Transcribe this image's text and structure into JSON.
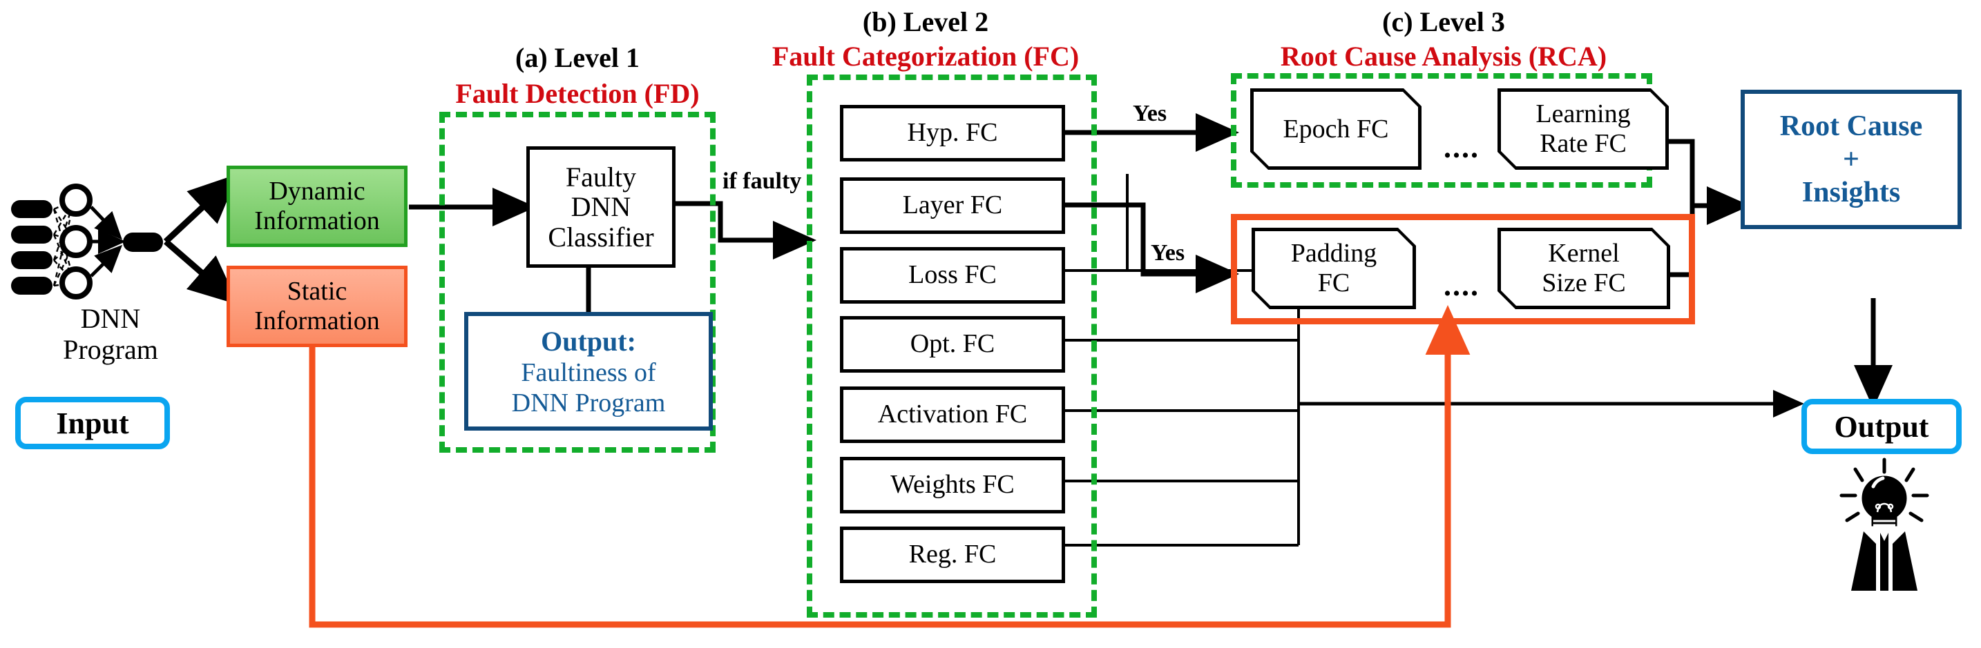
{
  "diagram": {
    "title": "Three-level DNN fault analysis pipeline",
    "colors": {
      "red_heading": "#d10a11",
      "green_dashed": "#12ad2b",
      "orange_solid": "#f4511e",
      "navy_text": "#145a96",
      "cyan_border": "#0aa5f0",
      "green_box_fill": "#6cc45c",
      "orange_box_fill": "#fb8a63"
    }
  },
  "input_stage": {
    "nn_caption": "DNN\nProgram",
    "nn_caption_line1": "DNN",
    "nn_caption_line2": "Program",
    "input_label": "Input",
    "dynamic_info": "Dynamic\nInformation",
    "dynamic_info_line1": "Dynamic",
    "dynamic_info_line2": "Information",
    "static_info": "Static\nInformation",
    "static_info_line1": "Static",
    "static_info_line2": "Information"
  },
  "level1": {
    "heading_black": "(a) Level 1",
    "heading_red": "Fault Detection (FD)",
    "classifier": "Faulty\nDNN\nClassifier",
    "classifier_line1": "Faulty",
    "classifier_line2": "DNN",
    "classifier_line3": "Classifier",
    "output_title": "Output:",
    "output_line2": "Faultiness of",
    "output_line3": "DNN Program",
    "edge_label": "if faulty"
  },
  "level2": {
    "heading_black": "(b) Level 2",
    "heading_red": "Fault Categorization (FC)",
    "items": [
      {
        "label": "Hyp. FC"
      },
      {
        "label": "Layer FC"
      },
      {
        "label": "Loss FC"
      },
      {
        "label": "Opt. FC"
      },
      {
        "label": "Activation FC"
      },
      {
        "label": "Weights FC"
      },
      {
        "label": "Reg. FC"
      }
    ]
  },
  "level3": {
    "heading_black": "(c) Level 3",
    "heading_red": "Root Cause Analysis (RCA)",
    "yes_label_top": "Yes",
    "yes_label_bottom": "Yes",
    "group_green": {
      "first": "Epoch FC",
      "dots": "....",
      "last_line1": "Learning",
      "last_line2": "Rate FC"
    },
    "group_orange": {
      "first_line1": "Padding",
      "first_line2": "FC",
      "dots": "....",
      "last_line1": "Kernel",
      "last_line2": "Size FC"
    }
  },
  "outputs": {
    "root_cause_line1": "Root Cause",
    "root_cause_plus": "+",
    "root_cause_line3": "Insights",
    "output_label": "Output"
  }
}
